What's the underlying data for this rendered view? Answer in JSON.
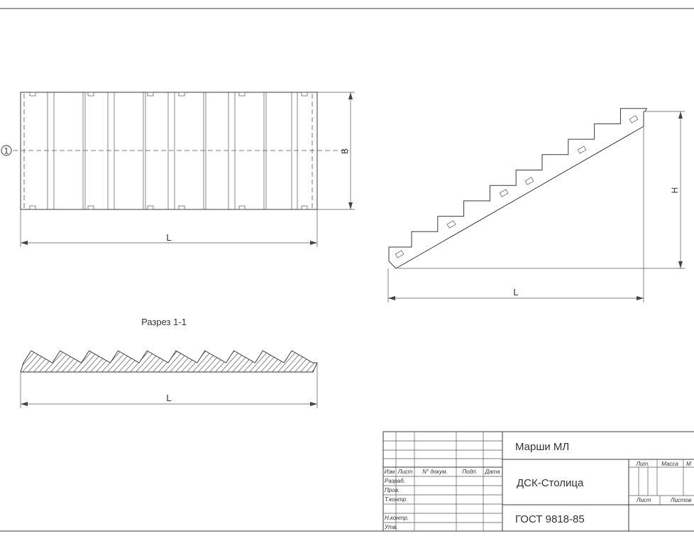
{
  "plan": {
    "callout": "1",
    "width_label": "B",
    "length_label": "L"
  },
  "side": {
    "height_label": "H",
    "length_label": "L"
  },
  "section": {
    "title": "Разрез 1-1",
    "length_label": "L"
  },
  "title_block": {
    "headers": {
      "izm": "Изм",
      "list": "Лист",
      "doc": "N° докум.",
      "sign": "Подп.",
      "date": "Дата"
    },
    "roles": [
      "Разраб.",
      "Пров.",
      "Т.контр.",
      "Н.контр.",
      "Утв."
    ],
    "name": "Марши МЛ",
    "organization": "ДСК-Столица",
    "standard": "ГОСТ 9818-85",
    "lit": "Лит.",
    "mass": "Масса",
    "scale": "М",
    "sheet": "Лист",
    "sheets": "Листов"
  }
}
